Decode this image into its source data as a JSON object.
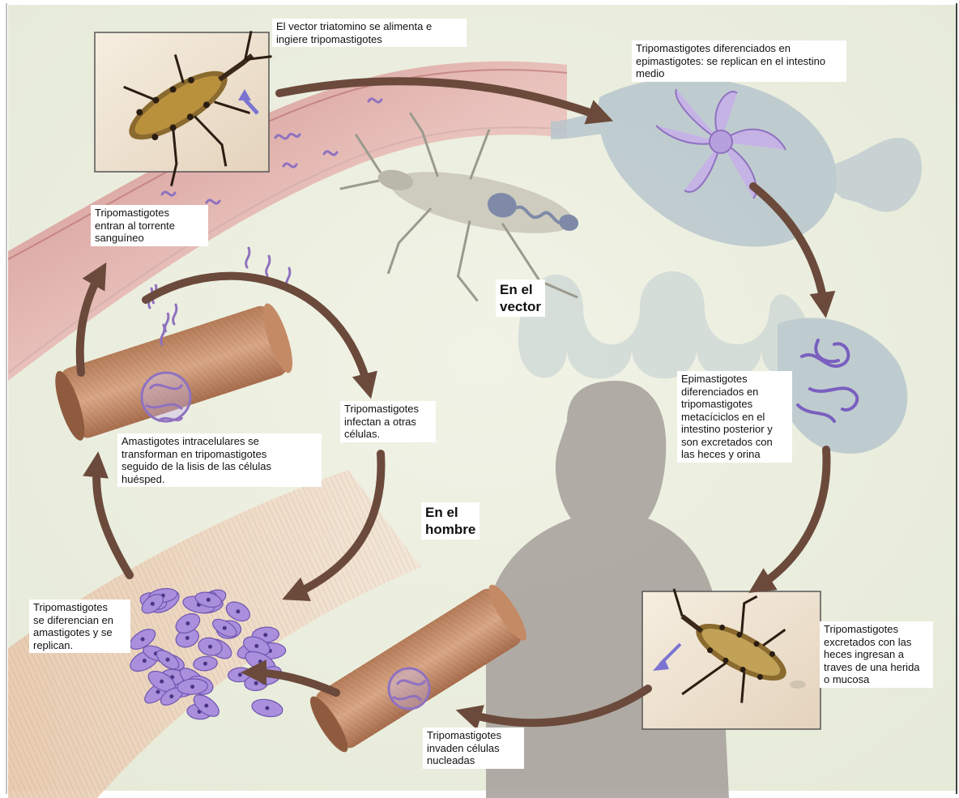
{
  "stage_titles": {
    "vector": "En el\nvector",
    "human": "En el\nhombre"
  },
  "labels": {
    "vector_feeds": "El vector triatomino se alimenta e\ningiere tripomastigotes",
    "epimastigotes_replicate": "Tripomastigotes diferenciados en\nepimastigotes: se replican en el intestino\nmedio",
    "metacyclic": "Epimastigotes\ndiferenciados en\ntripomastigotes\nmetacíciclos en el\nintestino posterior y\nson excretados con\nlas heces y orina",
    "excreted": "Tripomastigotes\nexcretados con las\nheces ingresan a\ntraves de una herida\no mucosa",
    "invade_cells": "Tripomastigotes\ninvaden células\nnucleadas",
    "amastigotes_replicate": "Tripomastigotes\nse diferencian en\namastigotes y se\nreplican.",
    "lysis": "Amastigotes intracelulares se\ntransforman en tripomastigotes\nseguido de la lisis de las células\nhuésped.",
    "infect_others": "Tripomastigotes\ninfectan a otras\ncélulas.",
    "enter_blood": "Tripomastigotes\nentran al torrente\nsanguíneo"
  },
  "icons": {
    "insect": "triatomine-bug-icon",
    "cells": "host-cell-icon",
    "parasite": "trypanosome-icon"
  },
  "colors": {
    "arrow": "#6b4a3c",
    "parasite": "#8f71c0",
    "gut": "#b8c6cd",
    "blood_vessel": "#d99a9a",
    "muscle": "#c99571",
    "human_silhouette": "#a9a39d",
    "background": "#eef0e2"
  }
}
